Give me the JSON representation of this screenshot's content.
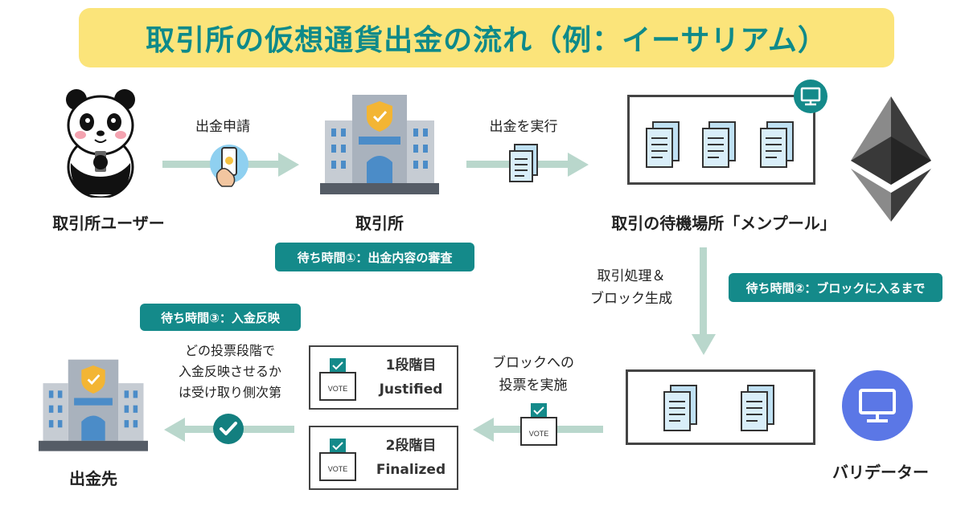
{
  "title": "取引所の仮想通貨出金の流れ（例：イーサリアム）",
  "nodes": {
    "user": "取引所ユーザー",
    "exchange": "取引所",
    "mempool": "取引の待機場所「メンプール」",
    "validator": "バリデーター",
    "destination": "出金先"
  },
  "arrows": {
    "withdraw_request": "出金申請",
    "execute_withdraw": "出金を実行",
    "processing_line1": "取引処理＆",
    "processing_line2": "ブロック生成",
    "vote_line1": "ブロックへの",
    "vote_line2": "投票を実施"
  },
  "waits": {
    "wait1": "待ち時間①：出金内容の審査",
    "wait2": "待ち時間②：ブロックに入るまで",
    "wait3": "待ち時間③：入金反映"
  },
  "note": {
    "line1": "どの投票段階で",
    "line2": "入金反映させるか",
    "line3": "は受け取り側次第"
  },
  "stages": [
    {
      "step": "1段階目",
      "name": "Justified"
    },
    {
      "step": "2段階目",
      "name": "Finalized"
    }
  ],
  "vote_text": "VOTE",
  "colors": {
    "teal": "#148a8a",
    "arrow": "#b9d7cc",
    "title_bg": "#fbe47a",
    "validator": "#5b77e6",
    "check": "#137f7f"
  },
  "icons": [
    "panda-icon",
    "phone-hand-icon",
    "building-icon",
    "document-icon",
    "computer-icon",
    "ethereum-icon",
    "ballot-box-icon",
    "check-icon"
  ]
}
